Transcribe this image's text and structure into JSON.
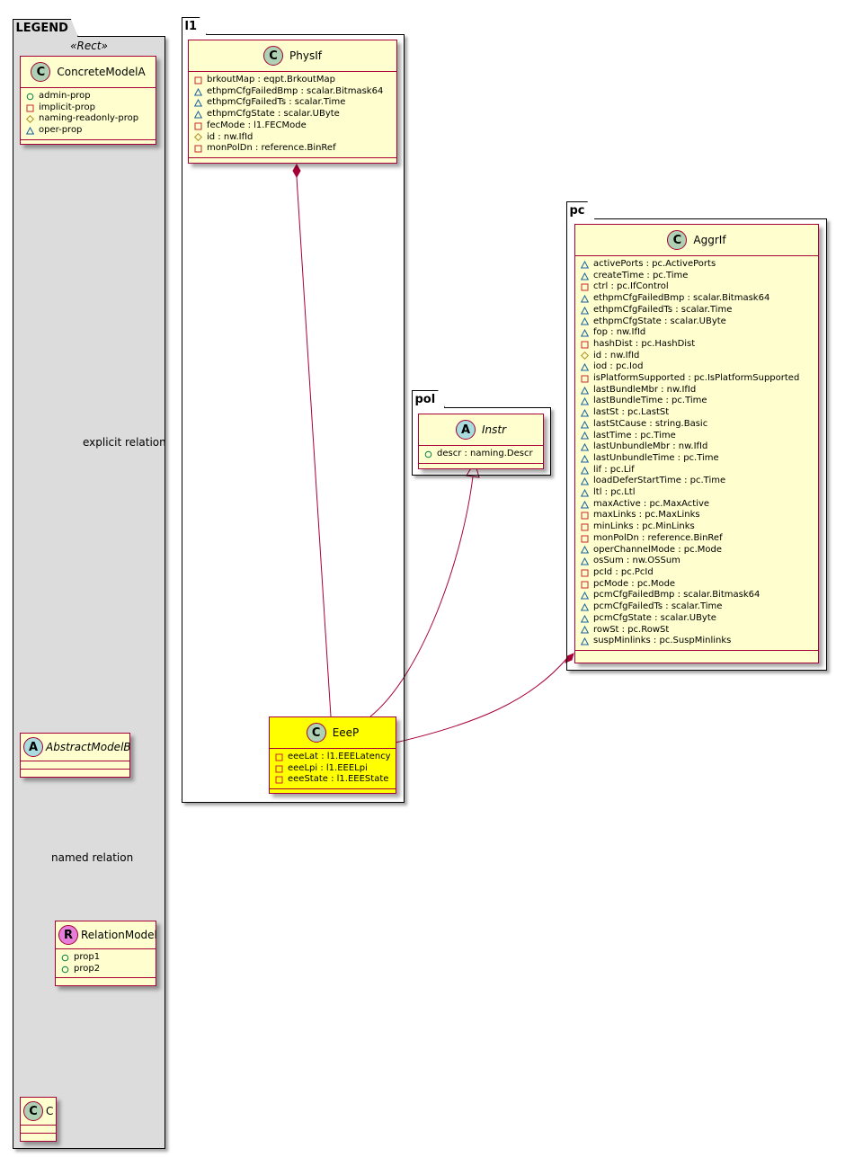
{
  "packages": {
    "legend": {
      "name": "LEGEND",
      "stereotype": "«Rect»"
    },
    "l1": {
      "name": "l1"
    },
    "pol": {
      "name": "pol"
    },
    "pc": {
      "name": "pc"
    }
  },
  "colors": {
    "class_fill": "#fefece",
    "class_border": "#a80036",
    "highlight_fill": "#ffff00",
    "legend_bg": "#dcdcdc",
    "badge_class": "#add1b2",
    "badge_abstract": "#a9dcdf",
    "badge_relation": "#e47ed8",
    "vis_public": "#038048",
    "vis_private": "#c82930",
    "vis_protected": "#b38d22",
    "vis_package": "#1963a0"
  },
  "classes": {
    "concreteModelA": {
      "badge": "C",
      "name": "ConcreteModelA",
      "attrs": [
        {
          "vis": "public",
          "text": "admin-prop"
        },
        {
          "vis": "private",
          "text": "implicit-prop"
        },
        {
          "vis": "protected",
          "text": "naming-readonly-prop"
        },
        {
          "vis": "package",
          "text": "oper-prop"
        }
      ]
    },
    "abstractModelB": {
      "badge": "A",
      "name": "AbstractModelB",
      "attrs": []
    },
    "relationModel": {
      "badge": "R",
      "name": "RelationModel",
      "attrs": [
        {
          "vis": "public",
          "text": "prop1"
        },
        {
          "vis": "public",
          "text": "prop2"
        }
      ]
    },
    "c": {
      "badge": "C",
      "name": "C",
      "attrs": []
    },
    "physIf": {
      "badge": "C",
      "name": "PhysIf",
      "attrs": [
        {
          "vis": "private",
          "text": "brkoutMap : eqpt.BrkoutMap"
        },
        {
          "vis": "package",
          "text": "ethpmCfgFailedBmp : scalar.Bitmask64"
        },
        {
          "vis": "package",
          "text": "ethpmCfgFailedTs : scalar.Time"
        },
        {
          "vis": "package",
          "text": "ethpmCfgState : scalar.UByte"
        },
        {
          "vis": "private",
          "text": "fecMode : l1.FECMode"
        },
        {
          "vis": "protected",
          "text": "id : nw.IfId"
        },
        {
          "vis": "private",
          "text": "monPolDn : reference.BinRef"
        }
      ]
    },
    "eeeP": {
      "badge": "C",
      "name": "EeeP",
      "attrs": [
        {
          "vis": "private",
          "text": "eeeLat : l1.EEELatency"
        },
        {
          "vis": "private",
          "text": "eeeLpi : l1.EEELpi"
        },
        {
          "vis": "private",
          "text": "eeeState : l1.EEEState"
        }
      ]
    },
    "instr": {
      "badge": "A",
      "name": "Instr",
      "attrs": [
        {
          "vis": "public",
          "text": "descr : naming.Descr"
        }
      ]
    },
    "aggrIf": {
      "badge": "C",
      "name": "AggrIf",
      "attrs": [
        {
          "vis": "package",
          "text": "activePorts : pc.ActivePorts"
        },
        {
          "vis": "package",
          "text": "createTime : pc.Time"
        },
        {
          "vis": "private",
          "text": "ctrl : pc.IfControl"
        },
        {
          "vis": "package",
          "text": "ethpmCfgFailedBmp : scalar.Bitmask64"
        },
        {
          "vis": "package",
          "text": "ethpmCfgFailedTs : scalar.Time"
        },
        {
          "vis": "package",
          "text": "ethpmCfgState : scalar.UByte"
        },
        {
          "vis": "package",
          "text": "fop : nw.IfId"
        },
        {
          "vis": "private",
          "text": "hashDist : pc.HashDist"
        },
        {
          "vis": "protected",
          "text": "id : nw.IfId"
        },
        {
          "vis": "package",
          "text": "iod : pc.Iod"
        },
        {
          "vis": "private",
          "text": "isPlatformSupported : pc.IsPlatformSupported"
        },
        {
          "vis": "package",
          "text": "lastBundleMbr : nw.IfId"
        },
        {
          "vis": "package",
          "text": "lastBundleTime : pc.Time"
        },
        {
          "vis": "package",
          "text": "lastSt : pc.LastSt"
        },
        {
          "vis": "package",
          "text": "lastStCause : string.Basic"
        },
        {
          "vis": "package",
          "text": "lastTime : pc.Time"
        },
        {
          "vis": "package",
          "text": "lastUnbundleMbr : nw.IfId"
        },
        {
          "vis": "package",
          "text": "lastUnbundleTime : pc.Time"
        },
        {
          "vis": "package",
          "text": "lif : pc.Lif"
        },
        {
          "vis": "package",
          "text": "loadDeferStartTime : pc.Time"
        },
        {
          "vis": "package",
          "text": "ltl : pc.Ltl"
        },
        {
          "vis": "package",
          "text": "maxActive : pc.MaxActive"
        },
        {
          "vis": "private",
          "text": "maxLinks : pc.MaxLinks"
        },
        {
          "vis": "private",
          "text": "minLinks : pc.MinLinks"
        },
        {
          "vis": "private",
          "text": "monPolDn : reference.BinRef"
        },
        {
          "vis": "package",
          "text": "operChannelMode : pc.Mode"
        },
        {
          "vis": "package",
          "text": "osSum : nw.OSSum"
        },
        {
          "vis": "private",
          "text": "pcId : pc.PcId"
        },
        {
          "vis": "private",
          "text": "pcMode : pc.Mode"
        },
        {
          "vis": "package",
          "text": "pcmCfgFailedBmp : scalar.Bitmask64"
        },
        {
          "vis": "package",
          "text": "pcmCfgFailedTs : scalar.Time"
        },
        {
          "vis": "package",
          "text": "pcmCfgState : scalar.UByte"
        },
        {
          "vis": "package",
          "text": "rowSt : pc.RowSt"
        },
        {
          "vis": "package",
          "text": "suspMinlinks : pc.SuspMinlinks"
        }
      ]
    }
  },
  "relations": {
    "explicit_label": "explicit relation",
    "named_label": "named relation"
  }
}
